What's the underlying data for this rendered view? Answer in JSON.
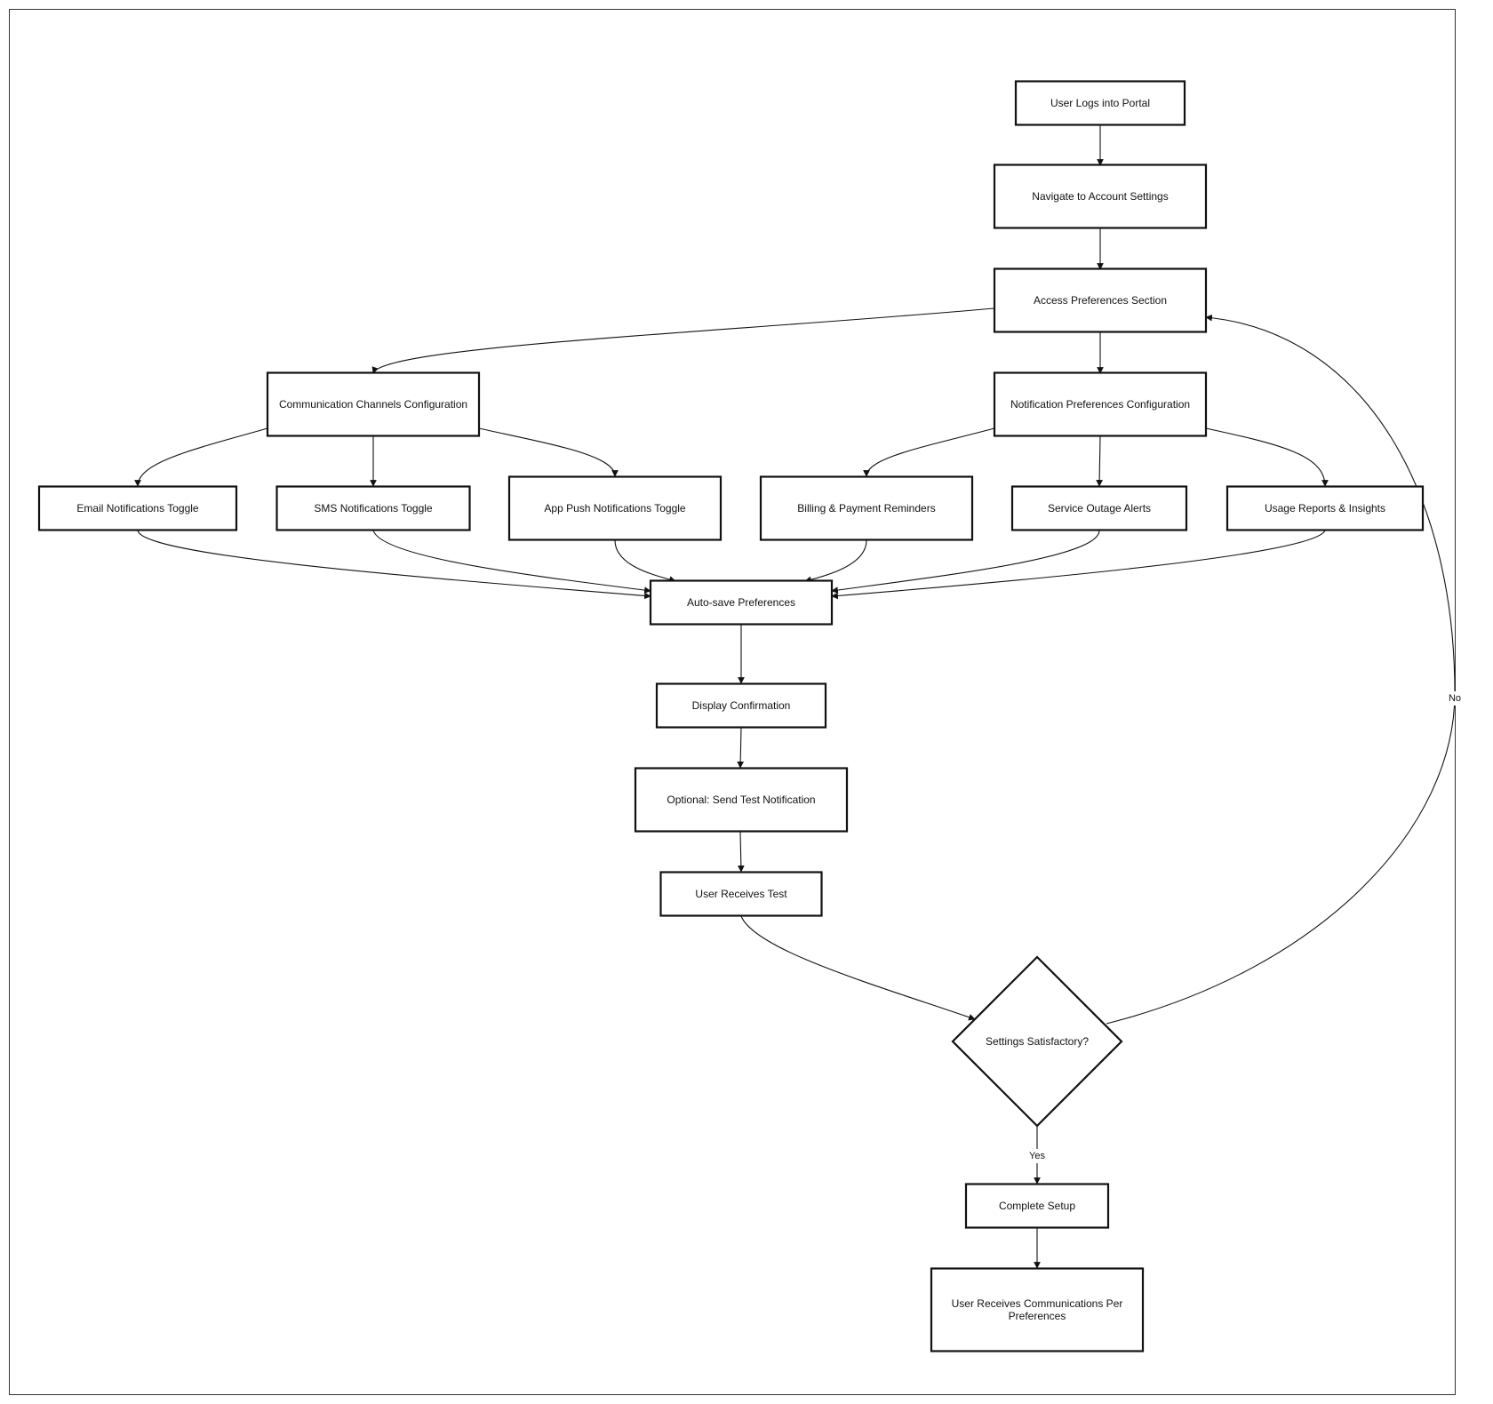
{
  "diagram": {
    "nodes": [
      {
        "id": "login",
        "label": [
          "User Logs into Portal"
        ],
        "shape": "rect"
      },
      {
        "id": "nav",
        "label": [
          "Navigate to Account Settings"
        ],
        "shape": "rect"
      },
      {
        "id": "access",
        "label": [
          "Access Preferences Section"
        ],
        "shape": "rect"
      },
      {
        "id": "comm",
        "label": [
          "Communication Channels Configuration"
        ],
        "shape": "rect"
      },
      {
        "id": "notif",
        "label": [
          "Notification Preferences Configuration"
        ],
        "shape": "rect"
      },
      {
        "id": "email",
        "label": [
          "Email Notifications Toggle"
        ],
        "shape": "rect"
      },
      {
        "id": "sms",
        "label": [
          "SMS Notifications Toggle"
        ],
        "shape": "rect"
      },
      {
        "id": "push",
        "label": [
          "App Push Notifications Toggle"
        ],
        "shape": "rect"
      },
      {
        "id": "billing",
        "label": [
          "Billing & Payment Reminders"
        ],
        "shape": "rect"
      },
      {
        "id": "outage",
        "label": [
          "Service Outage Alerts"
        ],
        "shape": "rect"
      },
      {
        "id": "usage",
        "label": [
          "Usage Reports & Insights"
        ],
        "shape": "rect"
      },
      {
        "id": "autosave",
        "label": [
          "Auto-save Preferences"
        ],
        "shape": "rect"
      },
      {
        "id": "confirm",
        "label": [
          "Display Confirmation"
        ],
        "shape": "rect"
      },
      {
        "id": "sendtest",
        "label": [
          "Optional: Send Test Notification"
        ],
        "shape": "rect"
      },
      {
        "id": "receive",
        "label": [
          "User Receives Test"
        ],
        "shape": "rect"
      },
      {
        "id": "decision",
        "label": [
          "Settings Satisfactory?"
        ],
        "shape": "diamond"
      },
      {
        "id": "complete",
        "label": [
          "Complete Setup"
        ],
        "shape": "rect"
      },
      {
        "id": "final",
        "label": [
          "User Receives Communications Per",
          "Preferences"
        ],
        "shape": "rect"
      }
    ],
    "edges": [
      {
        "from": "login",
        "to": "nav",
        "label": ""
      },
      {
        "from": "nav",
        "to": "access",
        "label": ""
      },
      {
        "from": "access",
        "to": "comm",
        "label": ""
      },
      {
        "from": "access",
        "to": "notif",
        "label": ""
      },
      {
        "from": "comm",
        "to": "email",
        "label": ""
      },
      {
        "from": "comm",
        "to": "sms",
        "label": ""
      },
      {
        "from": "comm",
        "to": "push",
        "label": ""
      },
      {
        "from": "notif",
        "to": "billing",
        "label": ""
      },
      {
        "from": "notif",
        "to": "outage",
        "label": ""
      },
      {
        "from": "notif",
        "to": "usage",
        "label": ""
      },
      {
        "from": "email",
        "to": "autosave",
        "label": ""
      },
      {
        "from": "sms",
        "to": "autosave",
        "label": ""
      },
      {
        "from": "push",
        "to": "autosave",
        "label": ""
      },
      {
        "from": "billing",
        "to": "autosave",
        "label": ""
      },
      {
        "from": "outage",
        "to": "autosave",
        "label": ""
      },
      {
        "from": "usage",
        "to": "autosave",
        "label": ""
      },
      {
        "from": "autosave",
        "to": "confirm",
        "label": ""
      },
      {
        "from": "confirm",
        "to": "sendtest",
        "label": ""
      },
      {
        "from": "sendtest",
        "to": "receive",
        "label": ""
      },
      {
        "from": "receive",
        "to": "decision",
        "label": ""
      },
      {
        "from": "decision",
        "to": "complete",
        "label": "Yes"
      },
      {
        "from": "decision",
        "to": "access",
        "label": "No"
      },
      {
        "from": "complete",
        "to": "final",
        "label": ""
      }
    ]
  }
}
